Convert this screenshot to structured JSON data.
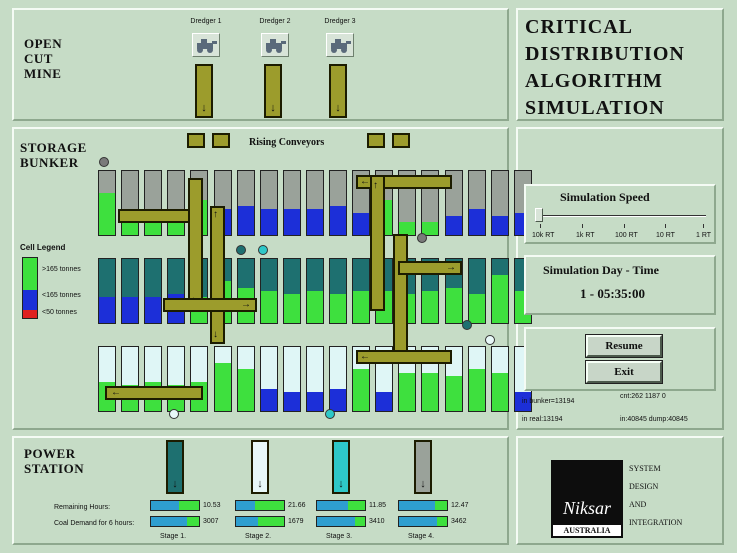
{
  "mine": {
    "title": "OPEN\nCUT\nMINE",
    "dredgers": [
      {
        "label": "Dredger 1"
      },
      {
        "label": "Dredger 2"
      },
      {
        "label": "Dredger 3"
      }
    ]
  },
  "app_title": "CRITICAL\nDISTRIBUTION\nALGORITHM\nSIMULATION",
  "storage": {
    "title": "STORAGE\nBUNKER",
    "rising_conveyors_label": "Rising Conveyors",
    "legend": {
      "title": "Cell Legend",
      "items": [
        {
          "label": ">165 tonnes",
          "color": "#3ee03e"
        },
        {
          "label": "<165 tonnes",
          "color": "#1c2fd8"
        },
        {
          "label": "<50 tonnes",
          "color": "#e02020"
        }
      ]
    },
    "rows": [
      {
        "cell_bg": "#9aa29a",
        "cells": [
          {
            "color": "#3ee03e",
            "level": 0.65
          },
          {
            "color": "#3ee03e",
            "level": 0.25
          },
          {
            "color": "#3ee03e",
            "level": 0.25
          },
          {
            "color": "#3ee03e",
            "level": 0.3
          },
          {
            "color": "#3ee03e",
            "level": 0.55
          },
          {
            "color": "#1c2fd8",
            "level": 0.4
          },
          {
            "color": "#1c2fd8",
            "level": 0.45
          },
          {
            "color": "#1c2fd8",
            "level": 0.4
          },
          {
            "color": "#1c2fd8",
            "level": 0.4
          },
          {
            "color": "#1c2fd8",
            "level": 0.4
          },
          {
            "color": "#1c2fd8",
            "level": 0.45
          },
          {
            "color": "#1c2fd8",
            "level": 0.35
          },
          {
            "color": "#3ee03e",
            "level": 0.55
          },
          {
            "color": "#3ee03e",
            "level": 0.2
          },
          {
            "color": "#3ee03e",
            "level": 0.2
          },
          {
            "color": "#1c2fd8",
            "level": 0.3
          },
          {
            "color": "#1c2fd8",
            "level": 0.4
          },
          {
            "color": "#1c2fd8",
            "level": 0.3
          },
          {
            "color": "#1c2fd8",
            "level": 0.35
          }
        ]
      },
      {
        "cell_bg": "#1e7070",
        "cells": [
          {
            "color": "#1c2fd8",
            "level": 0.4
          },
          {
            "color": "#1c2fd8",
            "level": 0.4
          },
          {
            "color": "#1c2fd8",
            "level": 0.4
          },
          {
            "color": "#1c2fd8",
            "level": 0.45
          },
          {
            "color": "#3ee03e",
            "level": 0.4
          },
          {
            "color": "#3ee03e",
            "level": 0.65
          },
          {
            "color": "#3ee03e",
            "level": 0.55
          },
          {
            "color": "#3ee03e",
            "level": 0.5
          },
          {
            "color": "#3ee03e",
            "level": 0.45
          },
          {
            "color": "#3ee03e",
            "level": 0.5
          },
          {
            "color": "#3ee03e",
            "level": 0.45
          },
          {
            "color": "#3ee03e",
            "level": 0.5
          },
          {
            "color": "#3ee03e",
            "level": 0.5
          },
          {
            "color": "#3ee03e",
            "level": 0.45
          },
          {
            "color": "#3ee03e",
            "level": 0.5
          },
          {
            "color": "#3ee03e",
            "level": 0.55
          },
          {
            "color": "#3ee03e",
            "level": 0.45
          },
          {
            "color": "#3ee03e",
            "level": 0.75
          },
          {
            "color": "#3ee03e",
            "level": 0.5
          }
        ]
      },
      {
        "cell_bg": "#dff6f6",
        "cells": [
          {
            "color": "#3ee03e",
            "level": 0.45
          },
          {
            "color": "#3ee03e",
            "level": 0.4
          },
          {
            "color": "#3ee03e",
            "level": 0.45
          },
          {
            "color": "#3ee03e",
            "level": 0.4
          },
          {
            "color": "#3ee03e",
            "level": 0.45
          },
          {
            "color": "#3ee03e",
            "level": 0.75
          },
          {
            "color": "#3ee03e",
            "level": 0.65
          },
          {
            "color": "#1c2fd8",
            "level": 0.35
          },
          {
            "color": "#1c2fd8",
            "level": 0.3
          },
          {
            "color": "#1c2fd8",
            "level": 0.3
          },
          {
            "color": "#1c2fd8",
            "level": 0.35
          },
          {
            "color": "#3ee03e",
            "level": 0.65
          },
          {
            "color": "#1c2fd8",
            "level": 0.3
          },
          {
            "color": "#3ee03e",
            "level": 0.6
          },
          {
            "color": "#3ee03e",
            "level": 0.6
          },
          {
            "color": "#3ee03e",
            "level": 0.55
          },
          {
            "color": "#3ee03e",
            "level": 0.65
          },
          {
            "color": "#3ee03e",
            "level": 0.6
          },
          {
            "color": "#1c2fd8",
            "level": 0.3
          }
        ]
      }
    ]
  },
  "power": {
    "title": "POWER\nSTATION",
    "remaining_hours_label": "Remaining Hours:",
    "coal_demand_label": "Coal Demand for 6 hours:",
    "stages": [
      {
        "label": "Stage 1.",
        "chute_color": "#1e7070",
        "remaining_hours": "10.53",
        "remaining_fraction": 0.42,
        "coal_demand": "3007",
        "demand_fraction": 0.25
      },
      {
        "label": "Stage 2.",
        "chute_color": "#e8f8f8",
        "remaining_hours": "21.66",
        "remaining_fraction": 0.6,
        "coal_demand": "1679",
        "demand_fraction": 0.55
      },
      {
        "label": "Stage 3.",
        "chute_color": "#2ec8c8",
        "remaining_hours": "11.85",
        "remaining_fraction": 0.35,
        "coal_demand": "3410",
        "demand_fraction": 0.2
      },
      {
        "label": "Stage 4.",
        "chute_color": "#9aa29a",
        "remaining_hours": "12.47",
        "remaining_fraction": 0.25,
        "coal_demand": "3462",
        "demand_fraction": 0.2
      }
    ]
  },
  "speed": {
    "title": "Simulation Speed",
    "ticks": [
      "10k RT",
      "1k RT",
      "100 RT",
      "10 RT",
      "1 RT"
    ],
    "position": 0.0
  },
  "day_time": {
    "title": "Simulation Day - Time",
    "value": "1 - 05:35:00"
  },
  "buttons": {
    "resume": "Resume",
    "exit": "Exit"
  },
  "stats": {
    "cnt": "cnt:262 1187 0",
    "in_bunker": "in bunker=13194",
    "in_real": "in real:13194",
    "in_dump": "in:40845 dump:40845"
  },
  "brand": {
    "logo_text": "Niksar",
    "country": "AUSTRALIA",
    "tagline": "SYSTEM\nDESIGN\nAND\nINTEGRATION"
  },
  "colors": {
    "background": "#c6dcc6",
    "conveyor": "#9c9c2c",
    "green": "#3ee03e",
    "blue": "#1c2fd8",
    "red": "#e02020"
  }
}
